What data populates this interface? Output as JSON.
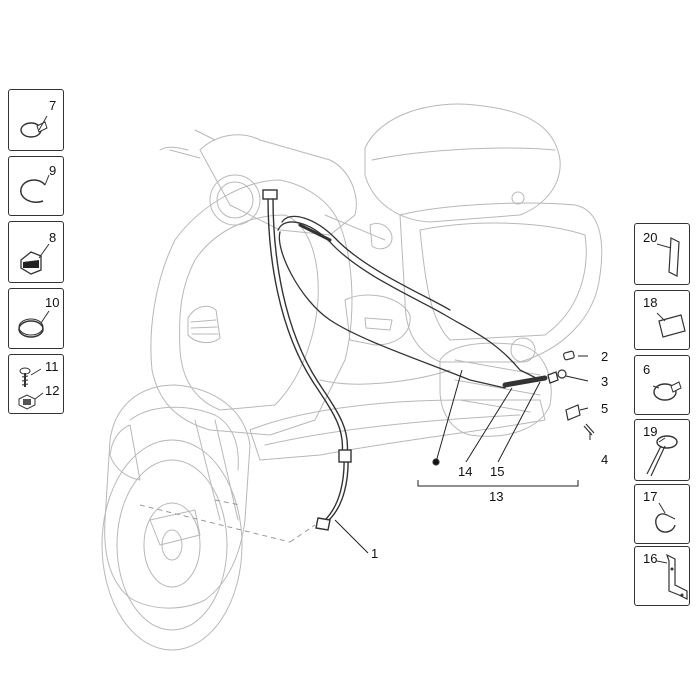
{
  "left_thumbs": [
    {
      "num": "7",
      "icon": "hose-clamp-icon"
    },
    {
      "num": "9",
      "icon": "open-clip-icon"
    },
    {
      "num": "8",
      "icon": "cable-guide-icon"
    },
    {
      "num": "10",
      "icon": "band-clamp-icon"
    },
    {
      "num": "11",
      "num2": "12",
      "icon": "screw-and-nut-icon"
    }
  ],
  "right_thumbs": [
    {
      "num": "20",
      "icon": "pad-strip-icon"
    },
    {
      "num": "18",
      "icon": "adhesive-plate-icon"
    },
    {
      "num": "6",
      "icon": "hose-clamp-icon"
    },
    {
      "num": "19",
      "icon": "cable-tie-icon"
    },
    {
      "num": "17",
      "icon": "open-clip-icon"
    },
    {
      "num": "16",
      "icon": "bracket-icon"
    }
  ],
  "callouts": {
    "c1": "1",
    "c2": "2",
    "c3": "3",
    "c4": "4",
    "c5": "5",
    "c13": "13",
    "c14": "14",
    "c15": "15"
  }
}
